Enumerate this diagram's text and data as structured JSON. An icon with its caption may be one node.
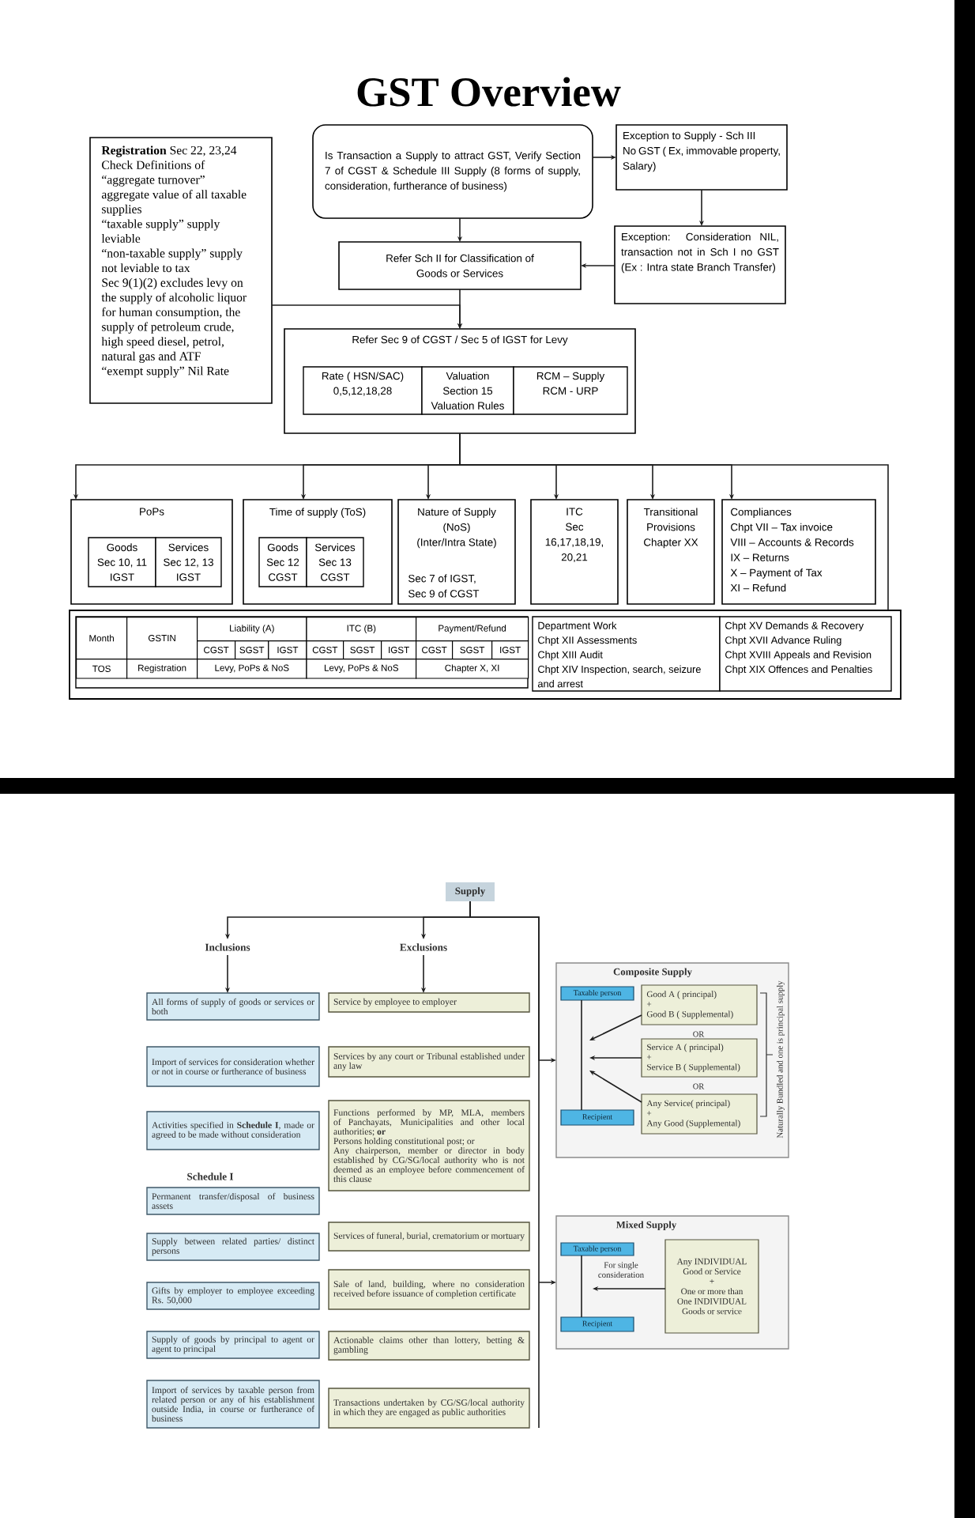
{
  "diagram": {
    "title": "GST Overview",
    "nodes": [
      {
        "text": [
          "**Registration** Sec 22, 23,24",
          "Check Definitions of",
          "“aggregate turnover” aggregate value of all taxable supplies",
          "“taxable supply” supply leviable",
          "“non-taxable supply” supply not leviable to tax",
          "Sec 9(1)(2) excludes levy on the supply of alcoholic liquor for human consumption, the supply of petroleum crude, high speed diesel, petrol, natural gas and ATF",
          "“exempt supply” Nil Rate"
        ]
      },
      {
        "text": [
          "Is Transaction a Supply to attract GST, Verify Section 7 of CGST & Schedule III Supply (8 forms of supply, consideration, furtherance of business)"
        ]
      },
      {
        "text": [
          "Exception to Supply - Sch III",
          "No GST ( Ex, immovable property, Salary)"
        ]
      },
      {
        "text": [
          "Exception: Consideration NIL, transaction not in Sch I no GST (Ex : Intra state Branch Transfer)"
        ]
      },
      {
        "text": [
          "Refer Sch II for Classification of Goods or Services"
        ]
      },
      {
        "text": [
          "Refer Sec 9 of CGST / Sec 5 of IGST for Levy"
        ]
      },
      {
        "text": [
          "Rate ( HSN/SAC)",
          "0,5,12,18,28"
        ],
        "in": 5
      },
      {
        "text": [
          "Valuation",
          "Section 15 Valuation Rules"
        ],
        "in": 5
      },
      {
        "text": [
          "RCM – Supply",
          "RCM - URP"
        ],
        "in": 5
      },
      {
        "text": [
          "PoPs"
        ]
      },
      {
        "text": [
          "Goods",
          "Sec 10, 11 IGST"
        ],
        "in": 9
      },
      {
        "text": [
          "Services",
          "Sec 12, 13 IGST"
        ],
        "in": 9
      },
      {
        "text": [
          "Time of supply (ToS)"
        ]
      },
      {
        "text": [
          "Goods",
          "Sec 12 CGST"
        ],
        "in": 12
      },
      {
        "text": [
          "Services",
          "Sec 13 CGST"
        ],
        "in": 12
      },
      {
        "text": [
          "Nature of Supply (NoS)",
          "(Inter/Intra State)",
          "Sec 7 of IGST, Sec 9 of CGST"
        ]
      },
      {
        "text": [
          "ITC",
          "Sec 16,17,18,19, 20,21"
        ]
      },
      {
        "text": [
          "Transitional Provisions Chapter XX"
        ]
      },
      {
        "text": [
          "Compliances",
          "Chpt VII – Tax invoice",
          "VIII – Accounts & Records",
          "IX – Returns",
          "X – Payment of Tax",
          "XI – Refund"
        ]
      },
      {
        "text": [],
        "shape": "box"
      },
      {
        "text": [
          "Department Work",
          "Chpt XII Assessments",
          "Chpt XIII Audit",
          "Chpt XIV Inspection, search, seizure and arrest"
        ],
        "in": 19
      },
      {
        "text": [
          "Chpt XV Demands & Recovery",
          "Chpt XVII Advance Ruling",
          "Chpt XVIII Appeals and Revision",
          "Chpt XIX Offences and Penalties"
        ],
        "in": 19
      },
      {
        "text": [
          "Supply"
        ]
      },
      {
        "text": [
          "Inclusions"
        ]
      },
      {
        "text": [
          "Exclusions"
        ]
      },
      {
        "text": [
          "All forms of supply of goods or services or both"
        ]
      },
      {
        "text": [
          "Import of services for consideration whether or not in course or furtherance of business"
        ]
      },
      {
        "text": [
          "Activities specified in **Schedule I**, made or agreed to be made without consideration"
        ]
      },
      {
        "text": [
          "Permanent transfer/disposal of business assets"
        ]
      },
      {
        "text": [
          "Supply between related parties/ distinct persons"
        ]
      },
      {
        "text": [
          "Gifts by employer to employee exceeding Rs. 50,000"
        ]
      },
      {
        "text": [
          "Supply of goods by principal to agent or agent to principal"
        ]
      },
      {
        "text": [
          "Import of services by taxable person from related person or any of his establishment outside India, in course or furtherance of business"
        ]
      },
      {
        "text": [
          "Service by employee to employer"
        ]
      },
      {
        "text": [
          "Services by any court or Tribunal established under any law"
        ]
      },
      {
        "text": [
          "Functions performed by MP, MLA, members of Panchayats, Municipalities and other local authorities; **or**",
          "Persons holding constitutional post; or",
          "Any chairperson, member or director in body established by CG/SG/local authority who is not deemed as an employee before commencement of this clause"
        ]
      },
      {
        "text": [
          "Services of funeral, burial, crematorium or mortuary"
        ]
      },
      {
        "text": [
          "Sale of land, building, where no consideration received before issuance of completion certificate"
        ]
      },
      {
        "text": [
          "Actionable claims other than lottery, betting & gambling"
        ]
      },
      {
        "text": [
          "Transactions undertaken by CG/SG/local authority in which they are engaged as public authorities"
        ]
      },
      {
        "text": [
          "Composite Supply"
        ]
      },
      {
        "text": [
          "Taxable person"
        ],
        "in": 40
      },
      {
        "text": [
          "Good A ( principal)",
          "+",
          "Good B ( Supplemental)"
        ],
        "in": 40
      },
      {
        "text": [
          "Service A ( principal)",
          "+",
          "Service B ( Supplemental)"
        ],
        "in": 40
      },
      {
        "text": [
          "Any Service( principal)",
          "+",
          "Any Good (Supplemental)"
        ],
        "in": 40
      },
      {
        "text": [
          "Recipient"
        ],
        "in": 40
      },
      {
        "text": [
          "Mixed Supply"
        ]
      },
      {
        "text": [
          "Taxable person"
        ],
        "in": 46
      },
      {
        "text": [
          "Any INDIVIDUAL Good or Service",
          "+",
          "One or more than One INDIVIDUAL Goods or service"
        ],
        "in": 46
      },
      {
        "text": [
          "Recipient"
        ],
        "in": 46
      }
    ],
    "edges": [
      {
        "from": 1,
        "to": 2,
        "arrow": "to"
      },
      {
        "from": 2,
        "to": 3,
        "arrow": "to"
      },
      {
        "from": 3,
        "to": 4,
        "arrow": "to"
      },
      {
        "from": 1,
        "to": 4,
        "arrow": "to"
      },
      {
        "from": 4,
        "to": 5,
        "arrow": "to"
      },
      {
        "from": 0,
        "to": 5,
        "arrow": "to"
      },
      {
        "from": 5,
        "to": 9,
        "arrow": "to"
      },
      {
        "from": 5,
        "to": 12,
        "arrow": "to"
      },
      {
        "from": 5,
        "to": 15,
        "arrow": "to"
      },
      {
        "from": 5,
        "to": 16,
        "arrow": "to"
      },
      {
        "from": 5,
        "to": 17,
        "arrow": "to"
      },
      {
        "from": 5,
        "to": 18,
        "arrow": "to"
      },
      {
        "from": 5,
        "to": 19,
        "arrow": "none"
      },
      {
        "from": 22,
        "to": 23,
        "arrow": "to"
      },
      {
        "from": 22,
        "to": 24,
        "arrow": "to"
      },
      {
        "from": 22,
        "to": 40,
        "arrow": "to"
      },
      {
        "from": 22,
        "to": 46,
        "arrow": "to"
      },
      {
        "from": 23,
        "to": 25,
        "arrow": "to"
      },
      {
        "from": 24,
        "to": 33,
        "arrow": "to"
      },
      {
        "from": 41,
        "to": 45,
        "arrow": "none"
      },
      {
        "from": 42,
        "to": null,
        "arrow": "to"
      },
      {
        "from": 43,
        "to": null,
        "arrow": "to"
      },
      {
        "from": 44,
        "to": null,
        "arrow": "to"
      },
      {
        "from": 47,
        "to": 49,
        "arrow": "none"
      },
      {
        "from": 48,
        "to": null,
        "arrow": "to",
        "label": "For single consideration"
      }
    ],
    "labels": [
      "Month",
      "GSTIN",
      "Liability (A)",
      "ITC (B)",
      "Payment/Refund",
      "CGST",
      "SGST",
      "IGST",
      "CGST",
      "SGST",
      "IGST",
      "CGST",
      "SGST",
      "IGST",
      "TOS",
      "Registration",
      "Levy, PoPs & NoS",
      "Levy, PoPs & NoS",
      "Chapter X, XI",
      "Schedule I",
      "OR",
      "OR",
      "Naturally Bundled and one is principal supply"
    ]
  }
}
